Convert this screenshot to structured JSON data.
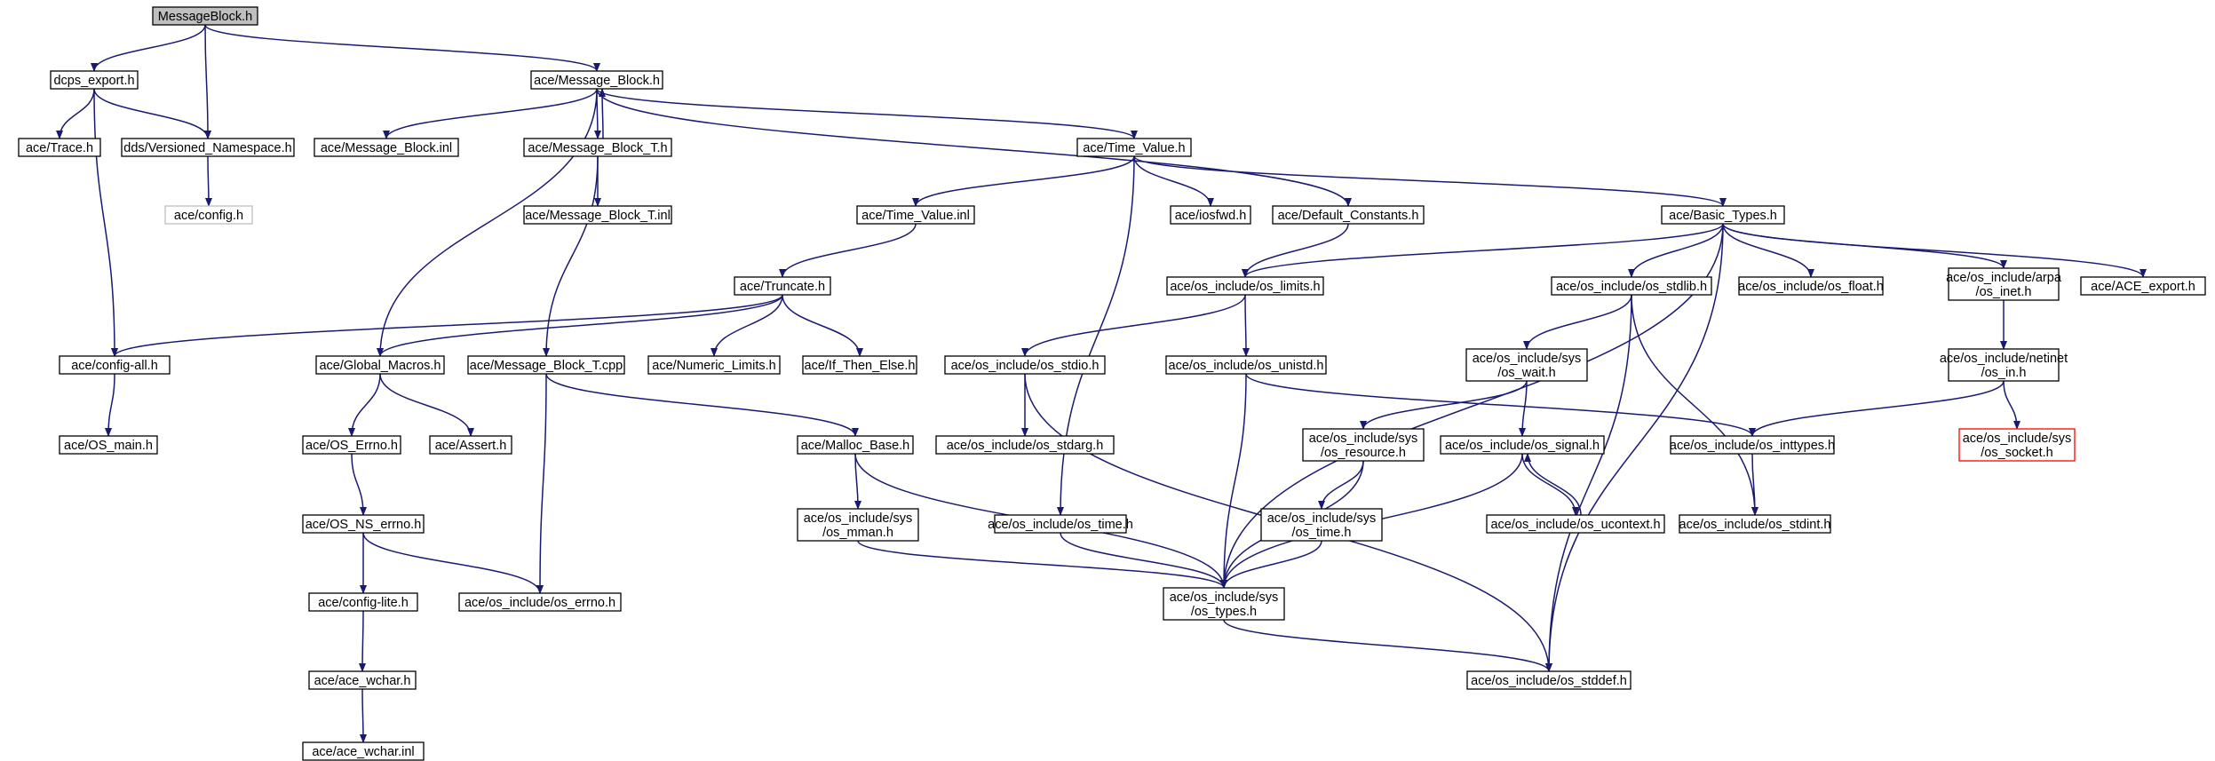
{
  "nodes": [
    {
      "id": "n0",
      "label": [
        "MessageBlock.h"
      ],
      "style": "root"
    },
    {
      "id": "n1",
      "label": [
        "dcps_export.h"
      ]
    },
    {
      "id": "n2",
      "label": [
        "ace/Message_Block.h"
      ]
    },
    {
      "id": "n3",
      "label": [
        "ace/Trace.h"
      ]
    },
    {
      "id": "n4",
      "label": [
        "dds/Versioned_Namespace.h"
      ]
    },
    {
      "id": "n5",
      "label": [
        "ace/config.h"
      ],
      "style": "gray"
    },
    {
      "id": "n6",
      "label": [
        "ace/Message_Block.inl"
      ]
    },
    {
      "id": "n7",
      "label": [
        "ace/Message_Block_T.h"
      ]
    },
    {
      "id": "n8",
      "label": [
        "ace/Message_Block_T.inl"
      ]
    },
    {
      "id": "n9",
      "label": [
        "ace/Time_Value.h"
      ]
    },
    {
      "id": "n10",
      "label": [
        "ace/Time_Value.inl"
      ]
    },
    {
      "id": "n11",
      "label": [
        "ace/iosfwd.h"
      ]
    },
    {
      "id": "n12",
      "label": [
        "ace/Default_Constants.h"
      ]
    },
    {
      "id": "n13",
      "label": [
        "ace/Basic_Types.h"
      ]
    },
    {
      "id": "n14",
      "label": [
        "ace/Truncate.h"
      ]
    },
    {
      "id": "n15",
      "label": [
        "ace/os_include/os_limits.h"
      ]
    },
    {
      "id": "n16",
      "label": [
        "ace/os_include/os_stdlib.h"
      ]
    },
    {
      "id": "n17",
      "label": [
        "ace/os_include/os_float.h"
      ]
    },
    {
      "id": "n18",
      "label": [
        "ace/os_include/arpa",
        "/os_inet.h"
      ]
    },
    {
      "id": "n19",
      "label": [
        "ace/ACE_export.h"
      ]
    },
    {
      "id": "n20",
      "label": [
        "ace/config-all.h"
      ]
    },
    {
      "id": "n21",
      "label": [
        "ace/Global_Macros.h"
      ]
    },
    {
      "id": "n22",
      "label": [
        "ace/Message_Block_T.cpp"
      ]
    },
    {
      "id": "n23",
      "label": [
        "ace/Numeric_Limits.h"
      ]
    },
    {
      "id": "n24",
      "label": [
        "ace/If_Then_Else.h"
      ]
    },
    {
      "id": "n25",
      "label": [
        "ace/os_include/os_stdio.h"
      ]
    },
    {
      "id": "n26",
      "label": [
        "ace/os_include/os_unistd.h"
      ]
    },
    {
      "id": "n27",
      "label": [
        "ace/os_include/sys",
        "/os_wait.h"
      ]
    },
    {
      "id": "n28",
      "label": [
        "ace/os_include/netinet",
        "/os_in.h"
      ]
    },
    {
      "id": "n29",
      "label": [
        "ace/OS_main.h"
      ]
    },
    {
      "id": "n30",
      "label": [
        "ace/OS_Errno.h"
      ]
    },
    {
      "id": "n31",
      "label": [
        "ace/Assert.h"
      ]
    },
    {
      "id": "n32",
      "label": [
        "ace/Malloc_Base.h"
      ]
    },
    {
      "id": "n33",
      "label": [
        "ace/os_include/os_stdarg.h"
      ]
    },
    {
      "id": "n34",
      "label": [
        "ace/os_include/sys",
        "/os_resource.h"
      ]
    },
    {
      "id": "n35",
      "label": [
        "ace/os_include/os_signal.h"
      ]
    },
    {
      "id": "n36",
      "label": [
        "ace/os_include/os_inttypes.h"
      ]
    },
    {
      "id": "n37",
      "label": [
        "ace/os_include/sys",
        "/os_socket.h"
      ],
      "style": "red"
    },
    {
      "id": "n38",
      "label": [
        "ace/OS_NS_errno.h"
      ]
    },
    {
      "id": "n39",
      "label": [
        "ace/os_include/sys",
        "/os_mman.h"
      ]
    },
    {
      "id": "n40",
      "label": [
        "ace/os_include/os_time.h"
      ]
    },
    {
      "id": "n41",
      "label": [
        "ace/os_include/sys",
        "/os_time.h"
      ]
    },
    {
      "id": "n42",
      "label": [
        "ace/os_include/os_ucontext.h"
      ]
    },
    {
      "id": "n43",
      "label": [
        "ace/os_include/os_stdint.h"
      ]
    },
    {
      "id": "n44",
      "label": [
        "ace/config-lite.h"
      ]
    },
    {
      "id": "n45",
      "label": [
        "ace/os_include/os_errno.h"
      ]
    },
    {
      "id": "n46",
      "label": [
        "ace/os_include/sys",
        "/os_types.h"
      ]
    },
    {
      "id": "n47",
      "label": [
        "ace/ace_wchar.h"
      ]
    },
    {
      "id": "n48",
      "label": [
        "ace/os_include/os_stddef.h"
      ]
    },
    {
      "id": "n49",
      "label": [
        "ace/ace_wchar.inl"
      ]
    }
  ],
  "edges": [
    [
      "n0",
      "n1"
    ],
    [
      "n0",
      "n4"
    ],
    [
      "n0",
      "n2"
    ],
    [
      "n1",
      "n3"
    ],
    [
      "n1",
      "n4"
    ],
    [
      "n1",
      "n20"
    ],
    [
      "n4",
      "n5"
    ],
    [
      "n2",
      "n6"
    ],
    [
      "n2",
      "n7"
    ],
    [
      "n2",
      "n21"
    ],
    [
      "n2",
      "n9"
    ],
    [
      "n2",
      "n12"
    ],
    [
      "n7",
      "n2"
    ],
    [
      "n7",
      "n8"
    ],
    [
      "n7",
      "n22"
    ],
    [
      "n9",
      "n10"
    ],
    [
      "n9",
      "n11"
    ],
    [
      "n9",
      "n13"
    ],
    [
      "n9",
      "n40"
    ],
    [
      "n10",
      "n14"
    ],
    [
      "n12",
      "n15"
    ],
    [
      "n13",
      "n15"
    ],
    [
      "n13",
      "n16"
    ],
    [
      "n13",
      "n17"
    ],
    [
      "n13",
      "n18"
    ],
    [
      "n13",
      "n19"
    ],
    [
      "n13",
      "n46"
    ],
    [
      "n13",
      "n48"
    ],
    [
      "n14",
      "n20"
    ],
    [
      "n14",
      "n21"
    ],
    [
      "n14",
      "n23"
    ],
    [
      "n14",
      "n24"
    ],
    [
      "n15",
      "n25"
    ],
    [
      "n15",
      "n26"
    ],
    [
      "n16",
      "n27"
    ],
    [
      "n16",
      "n43"
    ],
    [
      "n16",
      "n48"
    ],
    [
      "n18",
      "n28"
    ],
    [
      "n20",
      "n29"
    ],
    [
      "n21",
      "n30"
    ],
    [
      "n21",
      "n31"
    ],
    [
      "n22",
      "n32"
    ],
    [
      "n22",
      "n45"
    ],
    [
      "n25",
      "n33"
    ],
    [
      "n25",
      "n48"
    ],
    [
      "n26",
      "n36"
    ],
    [
      "n26",
      "n46"
    ],
    [
      "n27",
      "n34"
    ],
    [
      "n27",
      "n35"
    ],
    [
      "n28",
      "n36"
    ],
    [
      "n28",
      "n37"
    ],
    [
      "n30",
      "n38"
    ],
    [
      "n32",
      "n39"
    ],
    [
      "n32",
      "n46"
    ],
    [
      "n34",
      "n41"
    ],
    [
      "n34",
      "n46"
    ],
    [
      "n35",
      "n42"
    ],
    [
      "n35",
      "n46"
    ],
    [
      "n36",
      "n43"
    ],
    [
      "n38",
      "n44"
    ],
    [
      "n38",
      "n45"
    ],
    [
      "n39",
      "n46"
    ],
    [
      "n40",
      "n46"
    ],
    [
      "n41",
      "n46"
    ],
    [
      "n42",
      "n35"
    ],
    [
      "n44",
      "n47"
    ],
    [
      "n46",
      "n48"
    ],
    [
      "n47",
      "n49"
    ]
  ]
}
